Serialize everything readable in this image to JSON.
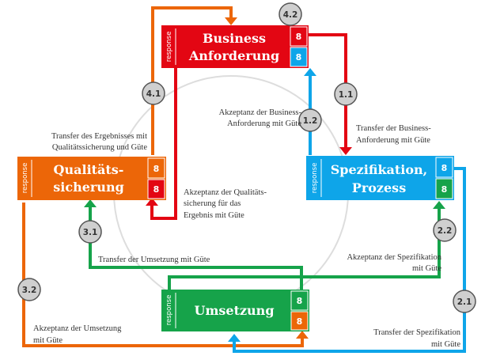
{
  "colors": {
    "red": "#e30613",
    "orange": "#ec6608",
    "blue": "#0ea5e9",
    "green": "#16a34a",
    "step_fill": "#cfcfcf",
    "circle_stroke": "#dddddd"
  },
  "boxes": {
    "business": {
      "line1": "Business",
      "line2": "Anforderung",
      "response": "response",
      "n1": "8",
      "n2": "8"
    },
    "qualitaet": {
      "line1": "Qualitäts-",
      "line2": "sicherung",
      "response": "response",
      "n1": "8",
      "n2": "8"
    },
    "spezifikation": {
      "line1": "Spezifikation,",
      "line2": "Prozess",
      "response": "response",
      "n1": "8",
      "n2": "8"
    },
    "umsetzung": {
      "line1": "Umsetzung",
      "response": "response",
      "n1": "8",
      "n2": "8"
    }
  },
  "steps": {
    "s42": "4.2",
    "s41": "4.1",
    "s11": "1.1",
    "s12": "1.2",
    "s31": "3.1",
    "s22": "2.2",
    "s32": "3.2",
    "s21": "2.1"
  },
  "labels": {
    "l12a": "Akzeptanz der Business-",
    "l12b": "Anforderung mit Güte",
    "l11a": "Transfer der Business-",
    "l11b": "Anforderung mit Güte",
    "l41a": "Transfer des Ergebnisses mit",
    "l41b": "Qualitätssicherung und Güte",
    "l42a": "Akzeptanz der Qualitäts-",
    "l42b": "sicherung für das",
    "l42c": "Ergebnis mit Güte",
    "l31": "Transfer der Umsetzung mit Güte",
    "l22a": "Akzeptanz der Spezifikation",
    "l22b": "mit Güte",
    "l32a": "Akzeptanz der Umsetzung",
    "l32b": "mit Güte",
    "l21a": "Transfer der Spezifikation",
    "l21b": "mit Güte"
  }
}
